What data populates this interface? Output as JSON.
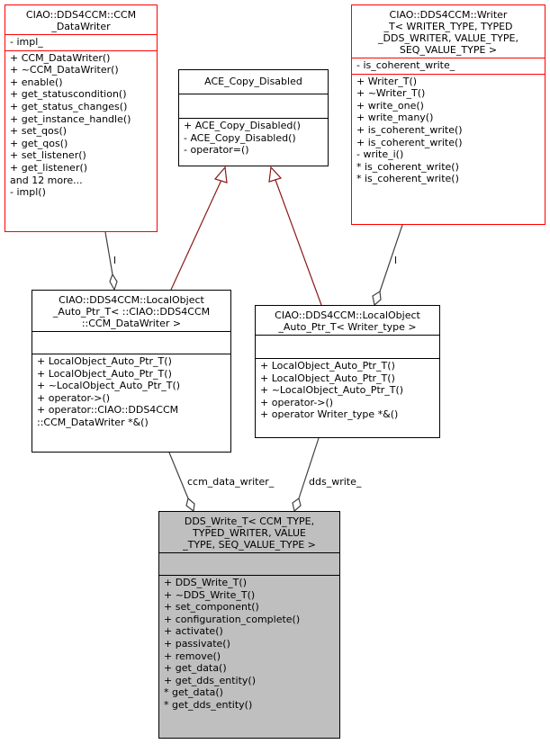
{
  "classes": {
    "datawriter": {
      "title": [
        "CIAO::DDS4CCM::CCM",
        "_DataWriter"
      ],
      "attributes": [
        "- impl_"
      ],
      "operations": [
        "+ CCM_DataWriter()",
        "+ ~CCM_DataWriter()",
        "+ enable()",
        "+ get_statuscondition()",
        "+ get_status_changes()",
        "+ get_instance_handle()",
        "+ set_qos()",
        "+ get_qos()",
        "+ set_listener()",
        "+ get_listener()",
        "and 12 more...",
        "- impl()"
      ]
    },
    "ace": {
      "title": [
        "ACE_Copy_Disabled"
      ],
      "attributes": [],
      "operations": [
        "+ ACE_Copy_Disabled()",
        "- ACE_Copy_Disabled()",
        "- operator=()"
      ]
    },
    "writer": {
      "title": [
        "CIAO::DDS4CCM::Writer",
        "_T< WRITER_TYPE, TYPED",
        "_DDS_WRITER, VALUE_TYPE,",
        "SEQ_VALUE_TYPE >"
      ],
      "attributes": [
        "- is_coherent_write_"
      ],
      "operations": [
        "+ Writer_T()",
        "+ ~Writer_T()",
        "+ write_one()",
        "+ write_many()",
        "+ is_coherent_write()",
        "+ is_coherent_write()",
        "- write_i()",
        "* is_coherent_write()",
        "* is_coherent_write()"
      ]
    },
    "local_dw": {
      "title": [
        "CIAO::DDS4CCM::LocalObject",
        "_Auto_Ptr_T< ::CIAO::DDS4CCM",
        "::CCM_DataWriter >"
      ],
      "attributes": [],
      "operations": [
        "+ LocalObject_Auto_Ptr_T()",
        "+ LocalObject_Auto_Ptr_T()",
        "+ ~LocalObject_Auto_Ptr_T()",
        "+ operator->()",
        "+ operator::CIAO::DDS4CCM",
        "::CCM_DataWriter *&()"
      ]
    },
    "local_wt": {
      "title": [
        "CIAO::DDS4CCM::LocalObject",
        "_Auto_Ptr_T< Writer_type >"
      ],
      "attributes": [],
      "operations": [
        "+ LocalObject_Auto_Ptr_T()",
        "+ LocalObject_Auto_Ptr_T()",
        "+ ~LocalObject_Auto_Ptr_T()",
        "+ operator->()",
        "+ operator Writer_type *&()"
      ]
    },
    "dds_write": {
      "title": [
        "DDS_Write_T< CCM_TYPE,",
        "TYPED_WRITER, VALUE",
        "_TYPE, SEQ_VALUE_TYPE >"
      ],
      "attributes": [],
      "operations": [
        "+ DDS_Write_T()",
        "+ ~DDS_Write_T()",
        "+ set_component()",
        "+ configuration_complete()",
        "+ activate()",
        "+ passivate()",
        "+ remove()",
        "+ get_data()",
        "+ get_dds_entity()",
        "* get_data()",
        "* get_dds_entity()"
      ]
    }
  },
  "edge_labels": {
    "impl_left": "l",
    "impl_right": "l",
    "ccm_data_writer": "ccm_data_writer_",
    "dds_write": "dds_write_"
  },
  "colors": {
    "inheritance_edge": "#8b1a1a",
    "association_edge": "#404040",
    "template_border": "#ff0000",
    "focus_fill": "#bfbfbf"
  }
}
